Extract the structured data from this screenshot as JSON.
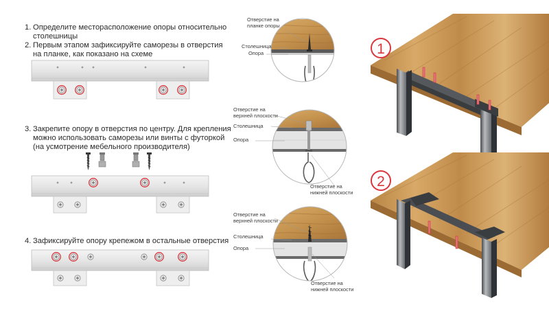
{
  "steps": [
    {
      "num": "1.",
      "lines": [
        "Определите месторасположение опоры относительно",
        "столешницы"
      ]
    },
    {
      "num": "2.",
      "lines": [
        "Первым этапом зафиксируйте саморезы в отверстия",
        "на планке, как показано на схеме"
      ]
    },
    {
      "num": "3.",
      "lines": [
        "Закрепите опору в отверстия по центру. Для крепления",
        "можно использовать саморезы или винты с футоркой",
        "(на усмотрение мебельного производителя)"
      ]
    },
    {
      "num": "4.",
      "lines": [
        "Зафиксируйте опору крепежом в остальные отверстия"
      ]
    }
  ],
  "detail_1": {
    "hole_label": "Отверстие на планке опоры",
    "tabletop_label": "Столешница",
    "support_label": "Опора"
  },
  "detail_2": {
    "upper_hole_label": "Отверстие на верхней плоскости",
    "tabletop_label": "Столешница",
    "support_label": "Опора",
    "lower_hole_label": "Отверстие на нижней плоскости"
  },
  "detail_3": {
    "upper_hole_label": "Отверстие на верхней плоскости",
    "tabletop_label": "Столешница",
    "support_label": "Опора",
    "lower_hole_label": "Отверстие на нижней плоскости"
  },
  "badges": [
    "1",
    "2"
  ],
  "colors": {
    "accent": "#d9363e",
    "wood": "#c99a55",
    "metal": "#3a3d40"
  }
}
